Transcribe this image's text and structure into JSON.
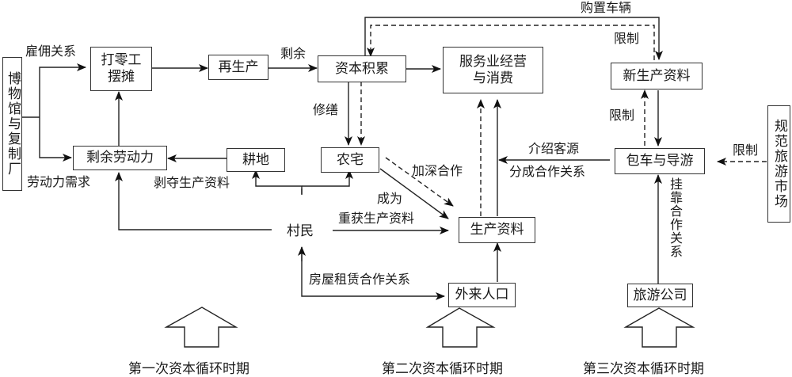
{
  "nodes": {
    "museum": "博物馆与复制厂",
    "odd_jobs": "打零工\n摆摊",
    "reproduction": "再生产",
    "capital_accumulation": "资本积累",
    "service_business": "服务业经营\n与消费",
    "new_means": "新生产资料",
    "surplus_labor": "剩余劳动力",
    "farmland": "耕地",
    "farmhouse": "农宅",
    "villagers": "村民",
    "means_of_production": "生产资料",
    "migrants": "外来人口",
    "charter_guide": "包车与导游",
    "regulate_market": "规范旅游市场",
    "travel_agency": "旅游公司"
  },
  "edge_labels": {
    "employment": "雇佣关系",
    "labor_demand": "劳动力需求",
    "surplus": "剩余",
    "buy_vehicles": "购置车辆",
    "restrict_top": "限制",
    "repair": "修缮",
    "restrict_mid": "限制",
    "restrict_right": "限制",
    "deprive": "剥夺生产资料",
    "deepen": "加深合作",
    "become": "成为",
    "regain": "重获生产资料",
    "introduce": "介绍客源",
    "share": "分成合作关系",
    "affiliate": "挂靠合作关系",
    "rental": "房屋租赁合作关系"
  },
  "periods": [
    "第一次资本循环时期",
    "第二次资本循环时期",
    "第三次资本循环时期"
  ]
}
